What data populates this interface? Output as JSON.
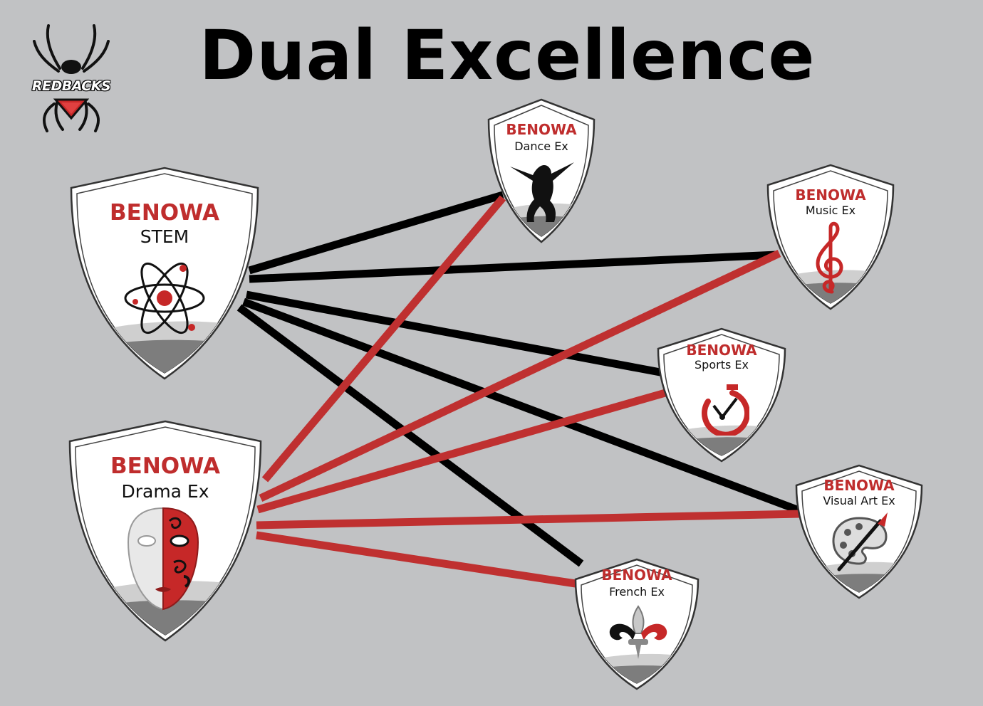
{
  "title": "Dual Excellence",
  "logo": {
    "text": "REDBACKS",
    "icon": "redback-spider-icon"
  },
  "colors": {
    "background": "#c1c2c4",
    "accent": "#bf2d2d",
    "link_black": "#000000",
    "link_red": "#bf3030"
  },
  "badges": {
    "stem": {
      "school": "BENOWA",
      "program": "STEM",
      "icon": "atom-icon"
    },
    "drama": {
      "school": "BENOWA",
      "program": "Drama Ex",
      "icon": "theatre-mask-icon"
    },
    "dance": {
      "school": "BENOWA",
      "program": "Dance Ex",
      "icon": "dancer-silhouette-icon"
    },
    "music": {
      "school": "BENOWA",
      "program": "Music Ex",
      "icon": "treble-clef-icon"
    },
    "sports": {
      "school": "BENOWA",
      "program": "Sports Ex",
      "icon": "stopwatch-icon"
    },
    "art": {
      "school": "BENOWA",
      "program": "Visual Art Ex",
      "icon": "paint-palette-icon"
    },
    "french": {
      "school": "BENOWA",
      "program": "French Ex",
      "icon": "fleur-de-lis-icon"
    }
  },
  "connections": [
    {
      "from": "stem",
      "to": "dance",
      "color": "black"
    },
    {
      "from": "stem",
      "to": "music",
      "color": "black"
    },
    {
      "from": "stem",
      "to": "sports",
      "color": "black"
    },
    {
      "from": "stem",
      "to": "art",
      "color": "black"
    },
    {
      "from": "stem",
      "to": "french",
      "color": "black"
    },
    {
      "from": "drama",
      "to": "dance",
      "color": "red"
    },
    {
      "from": "drama",
      "to": "music",
      "color": "red"
    },
    {
      "from": "drama",
      "to": "sports",
      "color": "red"
    },
    {
      "from": "drama",
      "to": "art",
      "color": "red"
    },
    {
      "from": "drama",
      "to": "french",
      "color": "red"
    }
  ]
}
